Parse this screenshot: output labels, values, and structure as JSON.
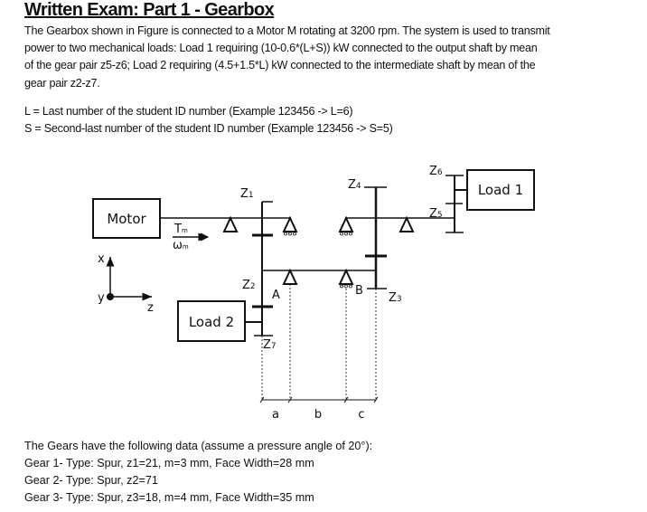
{
  "title": "Written Exam: Part 1 - Gearbox",
  "intro_lines": [
    "The Gearbox shown in Figure is connected to a Motor M rotating at 3200 rpm. The system is used to transmit",
    "power to two mechanical loads: Load 1 requiring (10-0.6*(L+S)) kW connected to the output shaft by mean",
    "of the gear pair z5-z6; Load 2 requiring (4.5+1.5*L) kW connected to the intermediate shaft by mean of the",
    "gear pair z2-z7."
  ],
  "definitions": [
    "L = Last number of the student ID number (Example 123456 -> L=6)",
    "S = Second-last number of the student ID number (Example 123456 -> S=5)"
  ],
  "diagram": {
    "motor": "Motor",
    "load1": "Load 1",
    "load2": "Load 2",
    "torque": {
      "base": "T",
      "sub": "m"
    },
    "omega": {
      "base": "ω",
      "sub": "m"
    },
    "gears": {
      "z1": {
        "base": "Z",
        "sub": "1"
      },
      "z2": {
        "base": "Z",
        "sub": "2"
      },
      "z3": {
        "base": "Z",
        "sub": "3"
      },
      "z4": {
        "base": "Z",
        "sub": "4"
      },
      "z5": {
        "base": "Z",
        "sub": "5"
      },
      "z6": {
        "base": "Z",
        "sub": "6"
      },
      "z7": {
        "base": "Z",
        "sub": "7"
      }
    },
    "bearing_a": "A",
    "bearing_b": "B",
    "axes": {
      "x": "x",
      "y": "y",
      "z": "z"
    },
    "dims": {
      "a": "a",
      "b": "b",
      "c": "c"
    }
  },
  "gear_data_intro": "The Gears have the following data (assume a pressure angle of 20°):",
  "gear_data": [
    "Gear 1- Type: Spur,  z1=21, m=3 mm, Face Width=28 mm",
    "Gear 2- Type: Spur,  z2=71",
    "Gear 3- Type: Spur,  z3=18, m=4 mm, Face Width=35 mm"
  ]
}
